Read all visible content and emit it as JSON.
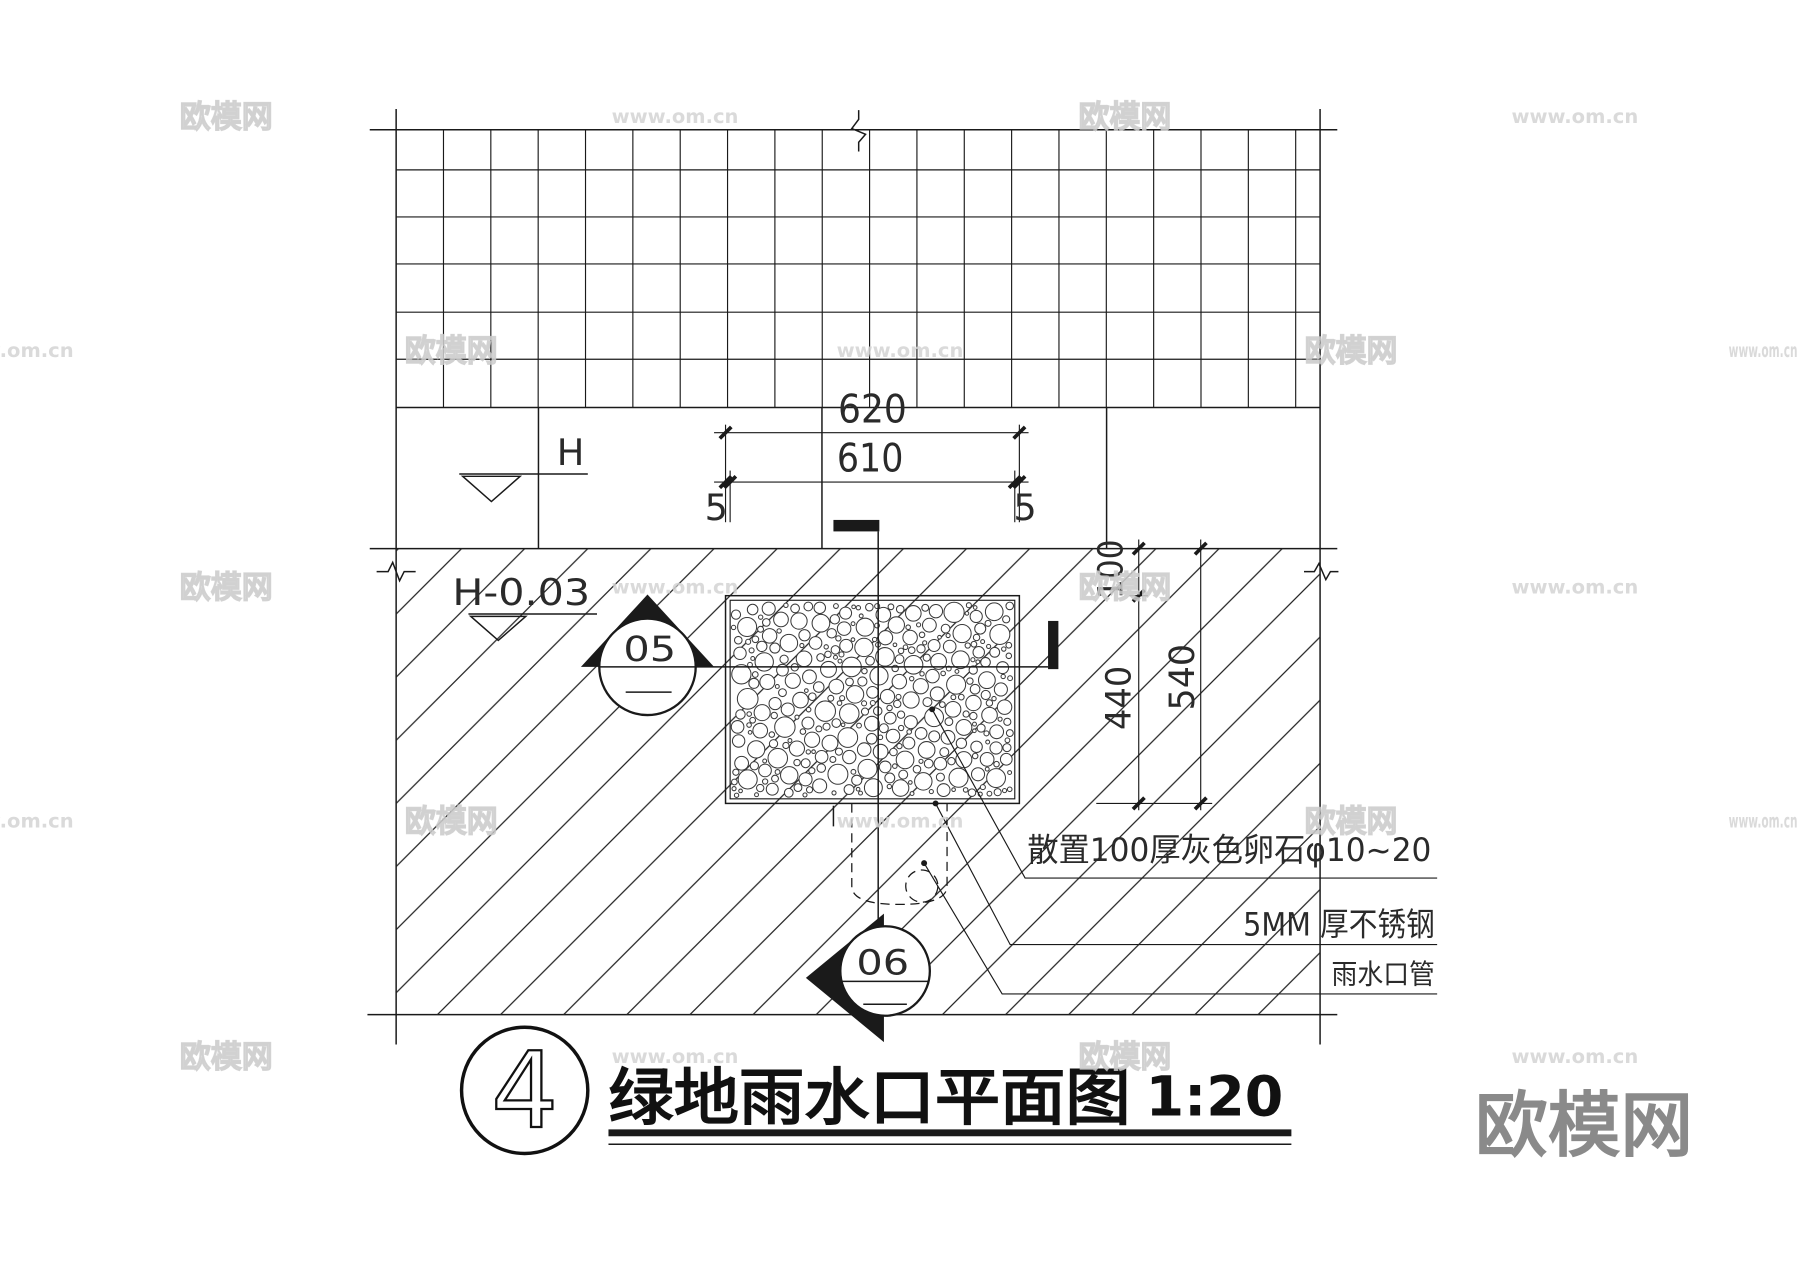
{
  "drawing": {
    "detail_number": "4",
    "title": "绿地雨水口平面图",
    "scale": "1:20"
  },
  "dimensions": {
    "overall_width": "620",
    "inner_width": "610",
    "frame_left": "5",
    "frame_right": "5",
    "top_depth": "100",
    "pebble_depth": "440",
    "overall_depth": "540"
  },
  "levels": {
    "paving": "H",
    "green_space": "H-0.03"
  },
  "sections": {
    "section_a": "05",
    "section_b": "06"
  },
  "callouts": {
    "pebbles": "散置100厚灰色卵石φ10~20",
    "steel_frame": "5MM 厚不锈钢",
    "drain_pipe": "雨水口管"
  },
  "watermark": {
    "logo_text": "欧模网",
    "url_text": "www.om.cn",
    "brand_logo": "欧模网"
  },
  "colors": {
    "line": "#1a1a1a",
    "watermark_logo": "#d9d9d9",
    "watermark_url": "#d4d4d4",
    "brand_logo": "#8a8a8a",
    "background": "#ffffff"
  }
}
